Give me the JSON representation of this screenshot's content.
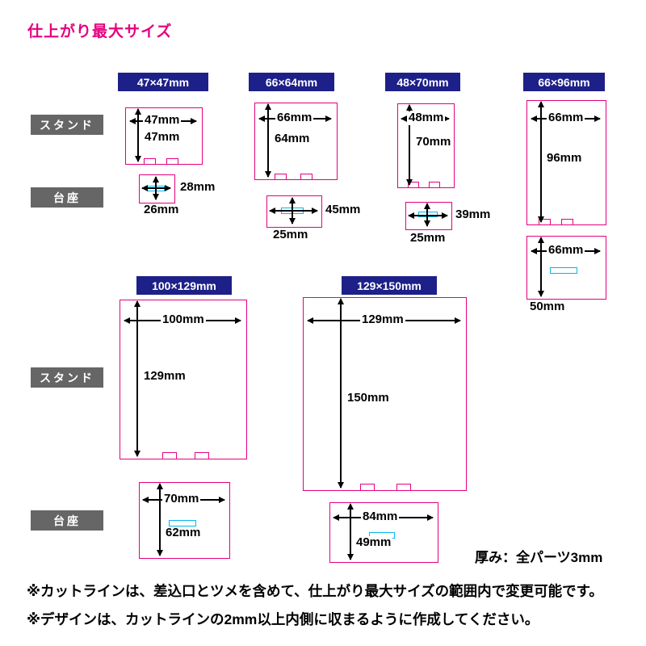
{
  "page": {
    "title": "仕上がり最大サイズ",
    "thickness_note": "厚み：全パーツ3mm",
    "notes": [
      "※カットラインは、差込口とツメを含めて、仕上がり最大サイズの範囲内で変更可能です。",
      "※デザインは、カットラインの2mm以上内側に収まるように作成してください。"
    ],
    "row_labels": {
      "stand": "スタンド",
      "base": "台座"
    }
  },
  "colors": {
    "accent_magenta": "#e4007f",
    "header_navy": "#1d2088",
    "row_label_gray": "#666666",
    "slot_cyan": "#00b9ef"
  },
  "sizes": [
    {
      "header": "47×47mm",
      "stand": {
        "w": "47mm",
        "h": "47mm"
      },
      "base": {
        "w": "28mm",
        "h": "26mm"
      }
    },
    {
      "header": "66×64mm",
      "stand": {
        "w": "66mm",
        "h": "64mm"
      },
      "base": {
        "w": "45mm",
        "h": "25mm"
      }
    },
    {
      "header": "48×70mm",
      "stand": {
        "w": "48mm",
        "h": "70mm"
      },
      "base": {
        "w": "39mm",
        "h": "25mm"
      }
    },
    {
      "header": "66×96mm",
      "stand": {
        "w": "66mm",
        "h": "96mm"
      },
      "base": {
        "w": "66mm",
        "h": "50mm"
      }
    },
    {
      "header": "100×129mm",
      "stand": {
        "w": "100mm",
        "h": "129mm"
      },
      "base": {
        "w": "70mm",
        "h": "62mm"
      }
    },
    {
      "header": "129×150mm",
      "stand": {
        "w": "129mm",
        "h": "150mm"
      },
      "base": {
        "w": "84mm",
        "h": "49mm"
      }
    }
  ]
}
